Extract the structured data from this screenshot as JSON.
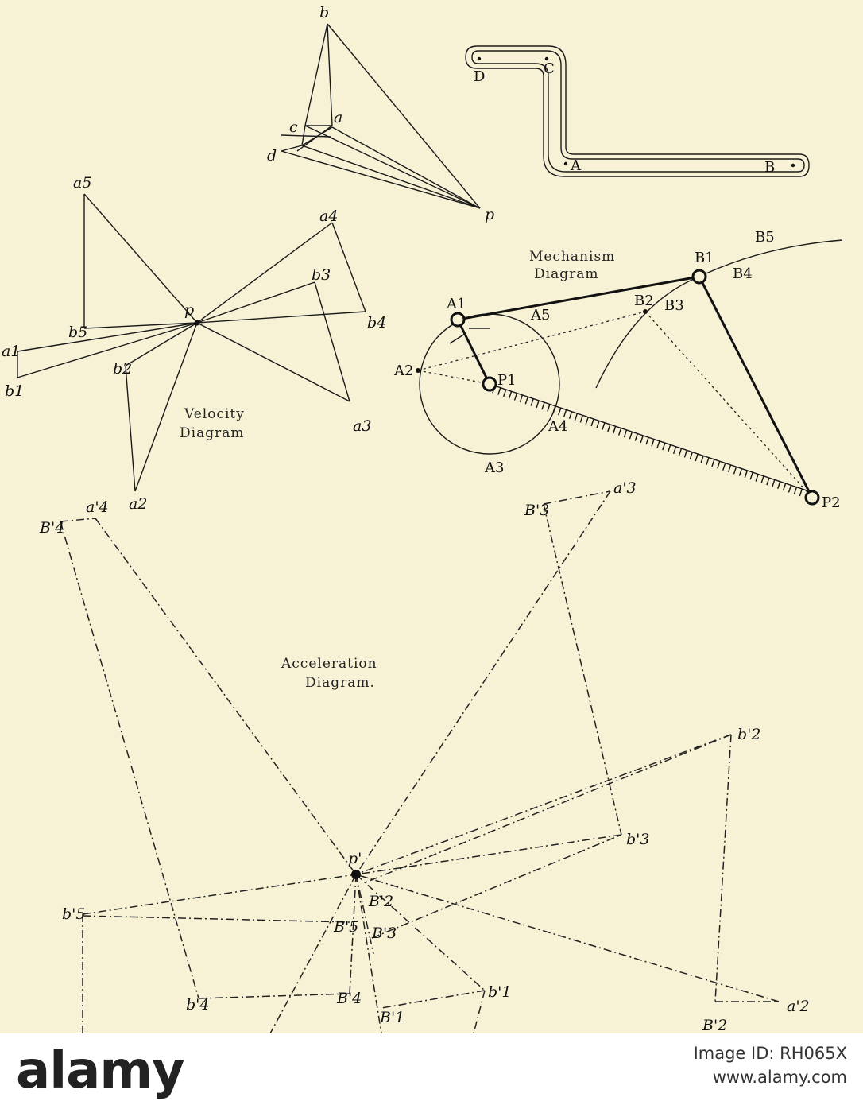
{
  "diagram": {
    "top_triangle": {
      "labels": [
        "b",
        "a",
        "c",
        "d",
        "p"
      ]
    },
    "link_shape": {
      "labels": [
        "D",
        "C",
        "A",
        "B"
      ]
    },
    "velocity": {
      "title_line1": "Velocity",
      "title_line2": "Diagram",
      "labels": [
        "a5",
        "a4",
        "b3",
        "b4",
        "p",
        "b5",
        "a1",
        "b1",
        "b2",
        "a3",
        "a2"
      ]
    },
    "mechanism": {
      "title_line1": "Mechanism",
      "title_line2": "Diagram",
      "labels": [
        "A1",
        "A5",
        "A2",
        "P1",
        "A4",
        "A3",
        "B1",
        "B2",
        "B3",
        "B4",
        "B5",
        "P2"
      ]
    },
    "acceleration": {
      "title_line1": "Acceleration",
      "title_line2": "Diagram.",
      "labels": [
        "B'4",
        "a'4",
        "B'3",
        "a'3",
        "b'2",
        "b'3",
        "p'",
        "B'2",
        "b'5",
        "B'5",
        "B'3",
        "b'4",
        "B'4",
        "B'1",
        "b'1",
        "B'2",
        "a'2"
      ]
    }
  },
  "footer": {
    "logo_text": "alamy",
    "image_id_line1": "Image ID: RH065X",
    "image_id_line2": "www.alamy.com"
  }
}
